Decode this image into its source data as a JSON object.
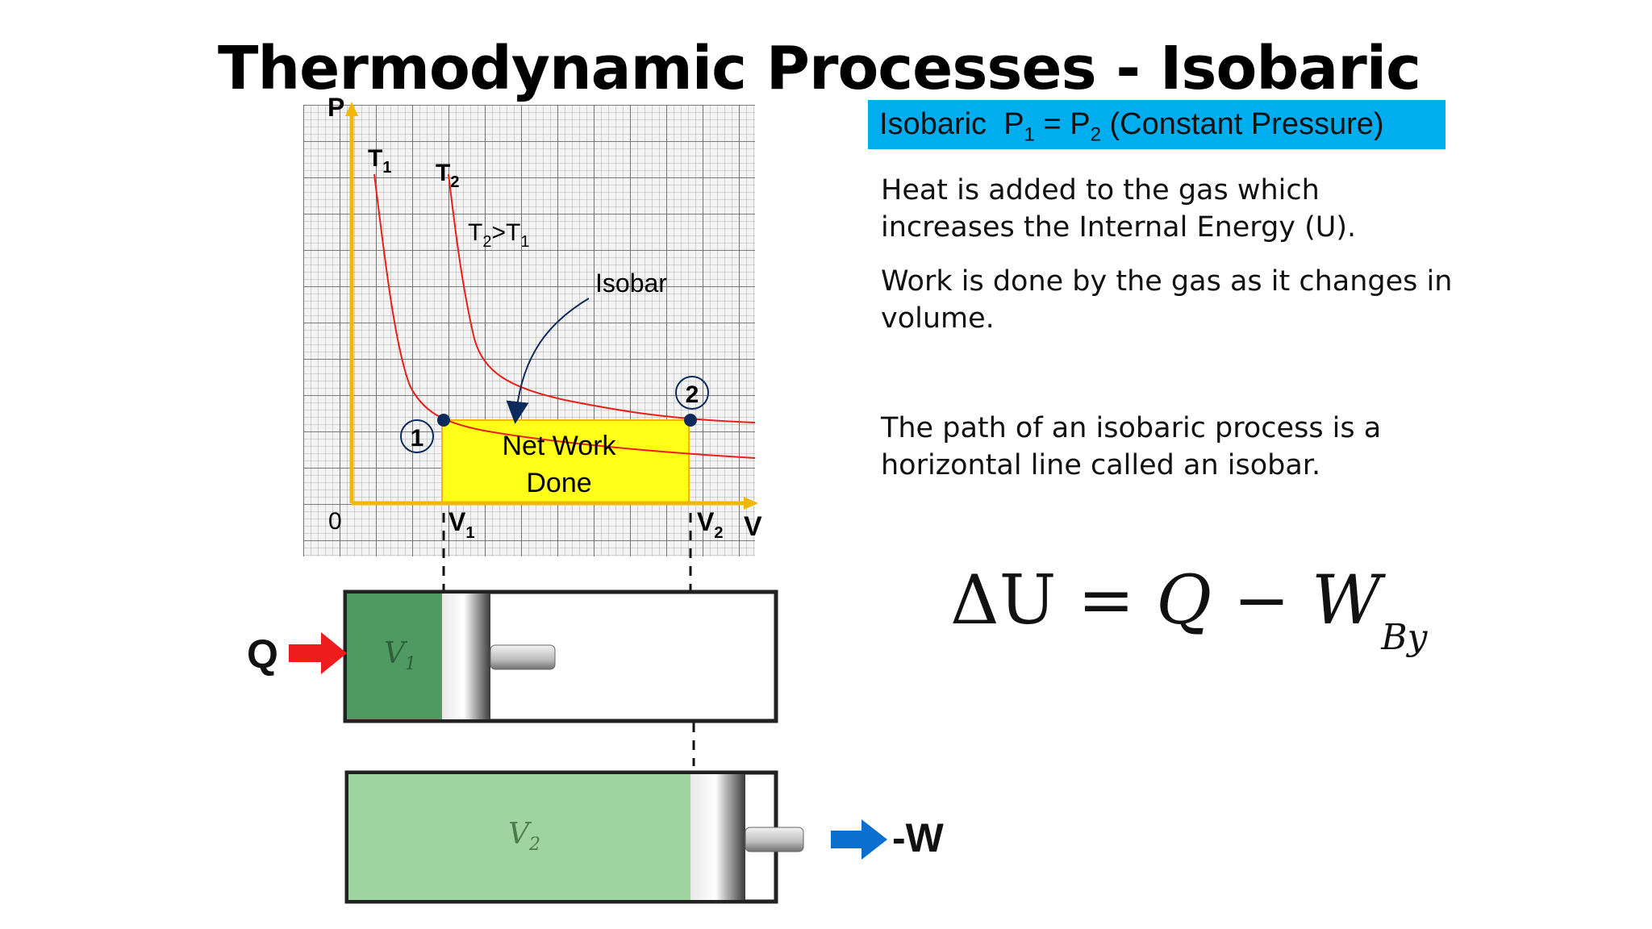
{
  "slide": {
    "title": "Thermodynamic Processes - Isobaric"
  },
  "banner": {
    "label": "Isobaric",
    "p1": "P",
    "p1_sub": "1",
    "eq": "=",
    "p2": "P",
    "p2_sub": "2",
    "note": "(Constant Pressure)"
  },
  "text": {
    "para1": "Heat is added to the gas which increases the Internal Energy (U).",
    "para2": "Work is done by the gas as it changes in volume.",
    "para3": "The path of an isobaric process is a horizontal line called an isobar."
  },
  "equation": {
    "delta_u": "ΔU",
    "equals": "=",
    "q": "Q",
    "minus": "−",
    "w": "W",
    "w_sub": "By"
  },
  "pv_diagram": {
    "axis_p": "P",
    "axis_v": "V",
    "origin": "0",
    "t1": "T",
    "t1_sub": "1",
    "t2": "T",
    "t2_sub": "2",
    "t_compare_a": "T",
    "t_compare_a_sub": "2",
    "t_compare_op": ">",
    "t_compare_b": "T",
    "t_compare_b_sub": "1",
    "isobar_label": "Isobar",
    "work_line1": "Net Work",
    "work_line2": "Done",
    "point1": "1",
    "point2": "2",
    "v1": "V",
    "v1_sub": "1",
    "v2": "V",
    "v2_sub": "2",
    "colors": {
      "curve": "#e8201a",
      "axis": "#f2b705",
      "work_fill": "#ffff1a",
      "point": "#0d2a5c"
    }
  },
  "cylinders": {
    "heat_label": "Q",
    "work_label": "-W",
    "v1_label": "V",
    "v1_sub": "1",
    "v2_label": "V",
    "v2_sub": "2",
    "colors": {
      "heat_arrow": "#ee1c1c",
      "work_arrow": "#0a6fcf",
      "gas_v1": "#4f9a62",
      "gas_v2": "#9fd39f"
    }
  }
}
